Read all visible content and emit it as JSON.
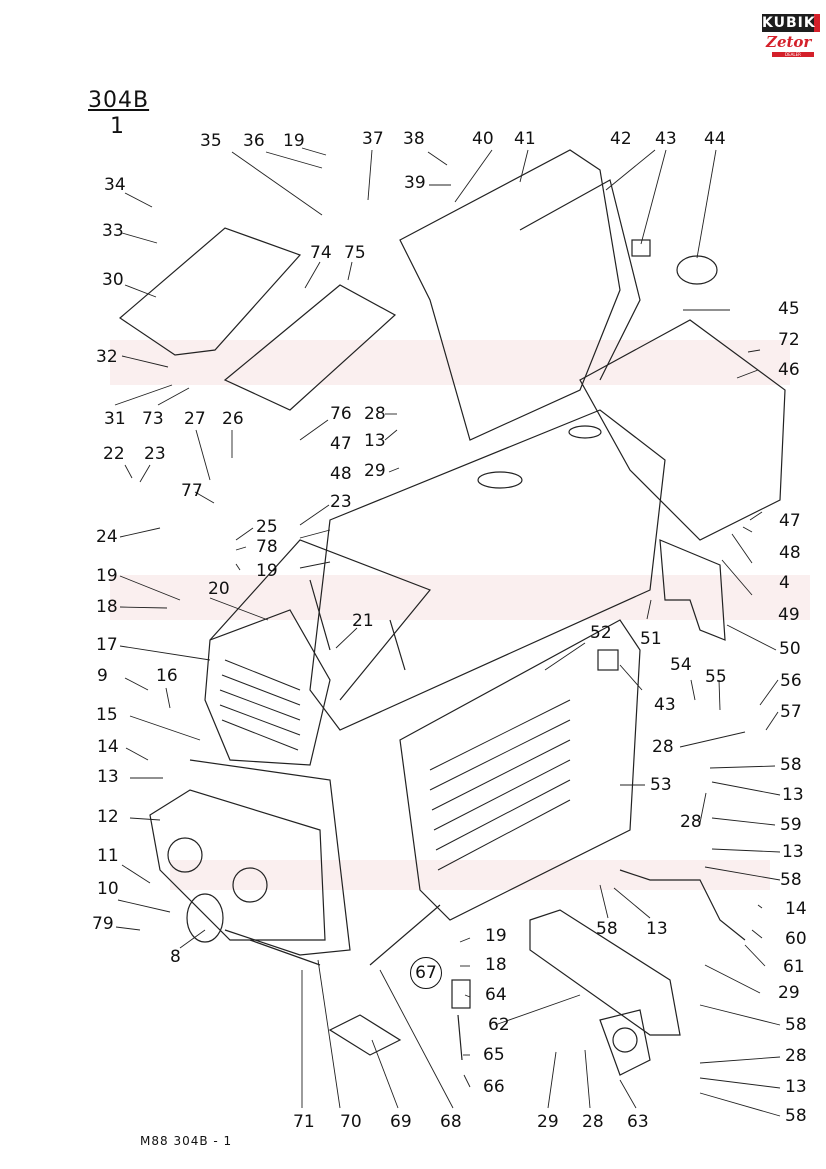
{
  "header": {
    "logo_brand": "KUBIK",
    "logo_sub": "Zetor",
    "logo_tag": "DEALER",
    "group_code": "304B",
    "sheet": "1"
  },
  "footer": {
    "ref": "M88   304B - 1"
  },
  "brand_colors": {
    "accent_red": "#d4202a",
    "logo_dark": "#1d1d1d",
    "watermark": "#f6e2e2"
  },
  "callouts": [
    {
      "id": "44",
      "text": "44"
    },
    {
      "id": "43a",
      "text": "43"
    },
    {
      "id": "42",
      "text": "42"
    },
    {
      "id": "41",
      "text": "41"
    },
    {
      "id": "40",
      "text": "40"
    },
    {
      "id": "38",
      "text": "38"
    },
    {
      "id": "39",
      "text": "39"
    },
    {
      "id": "37",
      "text": "37"
    },
    {
      "id": "36",
      "text": "36"
    },
    {
      "id": "19a",
      "text": "19"
    },
    {
      "id": "35",
      "text": "35"
    },
    {
      "id": "34",
      "text": "34"
    },
    {
      "id": "33",
      "text": "33"
    },
    {
      "id": "30",
      "text": "30"
    },
    {
      "id": "74",
      "text": "74"
    },
    {
      "id": "75",
      "text": "75"
    },
    {
      "id": "45",
      "text": "45"
    },
    {
      "id": "72",
      "text": "72"
    },
    {
      "id": "46",
      "text": "46"
    },
    {
      "id": "32",
      "text": "32"
    },
    {
      "id": "31",
      "text": "31"
    },
    {
      "id": "73",
      "text": "73"
    },
    {
      "id": "27",
      "text": "27"
    },
    {
      "id": "26",
      "text": "26"
    },
    {
      "id": "76",
      "text": "76"
    },
    {
      "id": "28a",
      "text": "28"
    },
    {
      "id": "13a",
      "text": "13"
    },
    {
      "id": "29a",
      "text": "29"
    },
    {
      "id": "22",
      "text": "22"
    },
    {
      "id": "23a",
      "text": "23"
    },
    {
      "id": "47a",
      "text": "47"
    },
    {
      "id": "48a",
      "text": "48"
    },
    {
      "id": "23b",
      "text": "23"
    },
    {
      "id": "77",
      "text": "77"
    },
    {
      "id": "25",
      "text": "25"
    },
    {
      "id": "78",
      "text": "78"
    },
    {
      "id": "19b",
      "text": "19"
    },
    {
      "id": "24",
      "text": "24"
    },
    {
      "id": "47b",
      "text": "47"
    },
    {
      "id": "48b",
      "text": "48"
    },
    {
      "id": "4",
      "text": "4"
    },
    {
      "id": "49",
      "text": "49"
    },
    {
      "id": "19c",
      "text": "19"
    },
    {
      "id": "18a",
      "text": "18"
    },
    {
      "id": "20",
      "text": "20"
    },
    {
      "id": "21",
      "text": "21"
    },
    {
      "id": "51",
      "text": "51"
    },
    {
      "id": "50",
      "text": "50"
    },
    {
      "id": "17",
      "text": "17"
    },
    {
      "id": "52",
      "text": "52"
    },
    {
      "id": "9",
      "text": "9"
    },
    {
      "id": "16",
      "text": "16"
    },
    {
      "id": "43b",
      "text": "43"
    },
    {
      "id": "54",
      "text": "54"
    },
    {
      "id": "55",
      "text": "55"
    },
    {
      "id": "56",
      "text": "56"
    },
    {
      "id": "15",
      "text": "15"
    },
    {
      "id": "57",
      "text": "57"
    },
    {
      "id": "28b",
      "text": "28"
    },
    {
      "id": "14a",
      "text": "14"
    },
    {
      "id": "13b",
      "text": "13"
    },
    {
      "id": "58a",
      "text": "58"
    },
    {
      "id": "53",
      "text": "53"
    },
    {
      "id": "13c",
      "text": "13"
    },
    {
      "id": "28c",
      "text": "28"
    },
    {
      "id": "59",
      "text": "59"
    },
    {
      "id": "12",
      "text": "12"
    },
    {
      "id": "13d",
      "text": "13"
    },
    {
      "id": "58b",
      "text": "58"
    },
    {
      "id": "11",
      "text": "11"
    },
    {
      "id": "10",
      "text": "10"
    },
    {
      "id": "58c",
      "text": "58"
    },
    {
      "id": "13e",
      "text": "13"
    },
    {
      "id": "14b",
      "text": "14"
    },
    {
      "id": "79",
      "text": "79"
    },
    {
      "id": "8",
      "text": "8"
    },
    {
      "id": "60",
      "text": "60"
    },
    {
      "id": "19d",
      "text": "19"
    },
    {
      "id": "61",
      "text": "61"
    },
    {
      "id": "18b",
      "text": "18"
    },
    {
      "id": "67",
      "text": "67"
    },
    {
      "id": "64",
      "text": "64"
    },
    {
      "id": "29b",
      "text": "29"
    },
    {
      "id": "62",
      "text": "62"
    },
    {
      "id": "58d",
      "text": "58"
    },
    {
      "id": "65",
      "text": "65"
    },
    {
      "id": "28d",
      "text": "28"
    },
    {
      "id": "66",
      "text": "66"
    },
    {
      "id": "13f",
      "text": "13"
    },
    {
      "id": "58e",
      "text": "58"
    },
    {
      "id": "71",
      "text": "71"
    },
    {
      "id": "70",
      "text": "70"
    },
    {
      "id": "69",
      "text": "69"
    },
    {
      "id": "68",
      "text": "68"
    },
    {
      "id": "29c",
      "text": "29"
    },
    {
      "id": "28e",
      "text": "28"
    },
    {
      "id": "63",
      "text": "63"
    }
  ]
}
